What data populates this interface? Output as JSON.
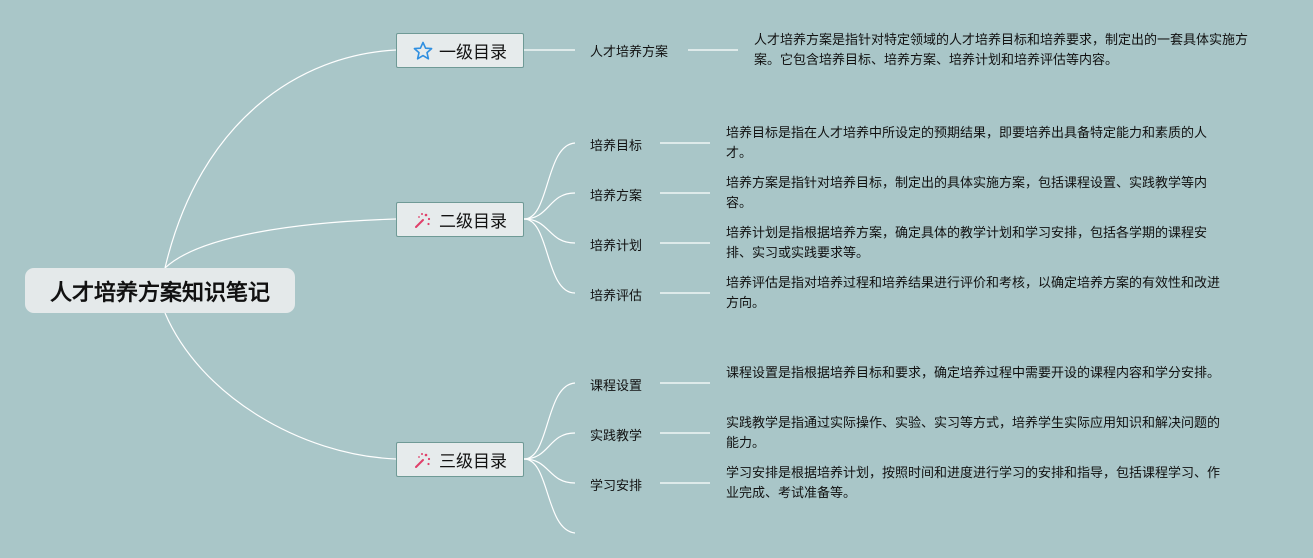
{
  "root": {
    "title": "人才培养方案知识笔记"
  },
  "levels": [
    {
      "title": "一级目录",
      "icon": "star-icon",
      "items": [
        {
          "label": "人才培养方案",
          "desc": "人才培养方案是指针对特定领域的人才培养目标和培养要求，制定出的一套具体实施方案。它包含培养目标、培养方案、培养计划和培养评估等内容。"
        }
      ]
    },
    {
      "title": "二级目录",
      "icon": "magic-wand-icon",
      "items": [
        {
          "label": "培养目标",
          "desc": "培养目标是指在人才培养中所设定的预期结果，即要培养出具备特定能力和素质的人才。"
        },
        {
          "label": "培养方案",
          "desc": "培养方案是指针对培养目标，制定出的具体实施方案，包括课程设置、实践教学等内容。"
        },
        {
          "label": "培养计划",
          "desc": "培养计划是指根据培养方案，确定具体的教学计划和学习安排，包括各学期的课程安排、实习或实践要求等。"
        },
        {
          "label": "培养评估",
          "desc": "培养评估是指对培养过程和培养结果进行评价和考核，以确定培养方案的有效性和改进方向。"
        }
      ]
    },
    {
      "title": "三级目录",
      "icon": "magic-wand-icon",
      "items": [
        {
          "label": "课程设置",
          "desc": "课程设置是指根据培养目标和要求，确定培养过程中需要开设的课程内容和学分安排。"
        },
        {
          "label": "实践教学",
          "desc": "实践教学是指通过实际操作、实验、实习等方式，培养学生实际应用知识和解决问题的能力。"
        },
        {
          "label": "学习安排",
          "desc": "学习安排是根据培养计划，按照时间和进度进行学习的安排和指导，包括课程学习、作业完成、考试准备等。"
        }
      ]
    }
  ],
  "colors": {
    "background": "#a9c6c8",
    "line": "#ffffff",
    "node_border": "#6f9a96",
    "star": "#2f8fe0",
    "wand": "#e0406a"
  }
}
